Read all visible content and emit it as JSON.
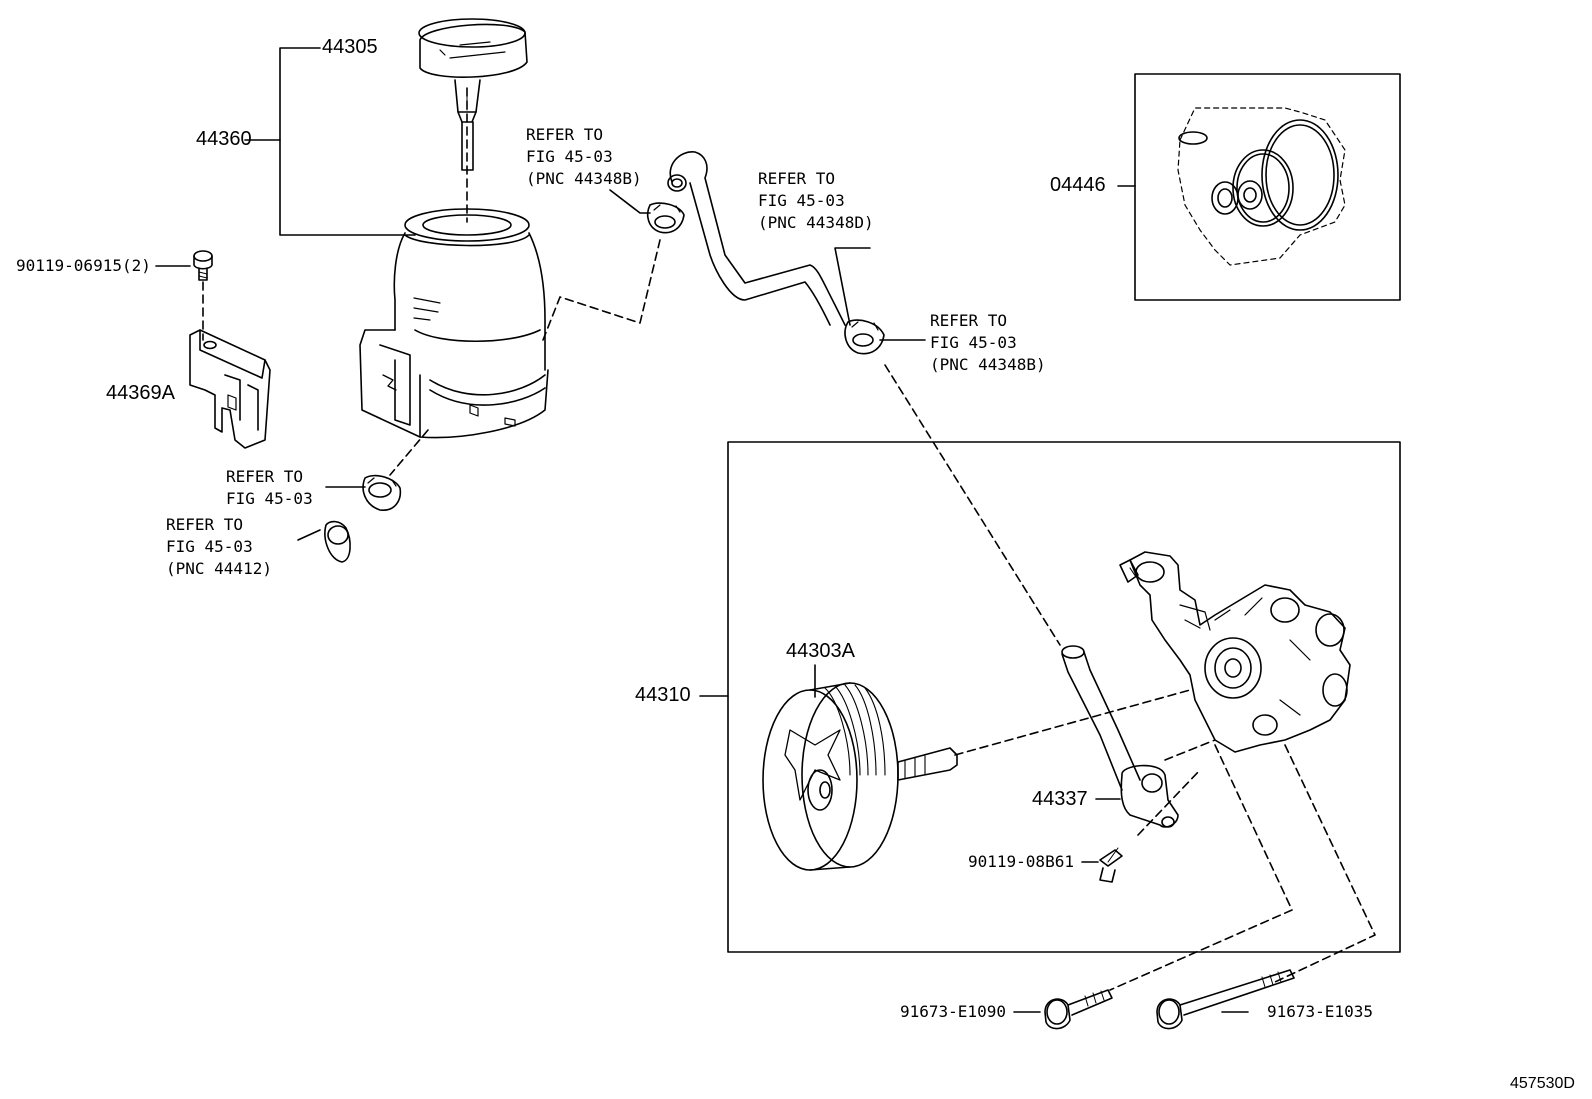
{
  "parts": {
    "cap": "44305",
    "reservoir": "44360",
    "bolt_reservoir": "90119-06915(2)",
    "bracket": "44369A",
    "gasket_kit": "04446",
    "pulley": "44303A",
    "pump_assy": "44310",
    "union": "44337",
    "bolt_union": "90119-08B61",
    "bolt_short": "91673-E1090",
    "bolt_long": "91673-E1035"
  },
  "refs": {
    "hose_top": [
      "REFER TO",
      "FIG 45-03",
      "(PNC 44348B)"
    ],
    "hose_mid": [
      "REFER TO",
      "FIG 45-03",
      "(PNC 44348D)"
    ],
    "hose_right": [
      "REFER TO",
      "FIG 45-03",
      "(PNC 44348B)"
    ],
    "clamp_low": [
      "REFER TO",
      "FIG 45-03"
    ],
    "clip_low": [
      "REFER TO",
      "FIG 45-03",
      "(PNC 44412)"
    ]
  },
  "diagram_id": "457530D"
}
